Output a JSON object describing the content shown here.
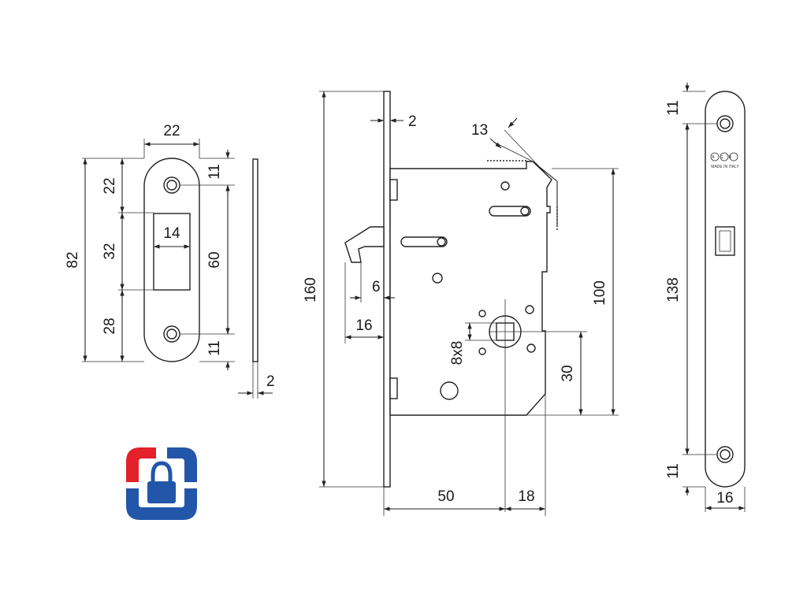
{
  "strike_plate": {
    "dims": {
      "width": "22",
      "top_section": "22",
      "middle_section": "32",
      "bottom_section": "28",
      "total_height": "82",
      "window_width": "14",
      "hole_spacing": "60",
      "top_hole_offset": "11",
      "bottom_hole_offset": "11"
    }
  },
  "side_plate": {
    "dims": {
      "thickness": "2"
    }
  },
  "lock_body": {
    "dims": {
      "faceplate_thickness": "2",
      "latch_size": "13",
      "faceplate_height": "160",
      "case_height": "100",
      "latch_tip": "6",
      "latch_projection": "16",
      "spindle": "8x8",
      "spindle_height": "30",
      "backset": "50",
      "rear_offset": "18"
    }
  },
  "faceplate_front": {
    "brand_text": "AGB",
    "origin_text": "MADE IN ITALY",
    "dims": {
      "top_offset": "11",
      "hole_spacing": "138",
      "bottom_offset": "11",
      "width": "16"
    }
  },
  "logo": {
    "colors": {
      "red": "#e4202a",
      "blue": "#2256a8"
    }
  }
}
